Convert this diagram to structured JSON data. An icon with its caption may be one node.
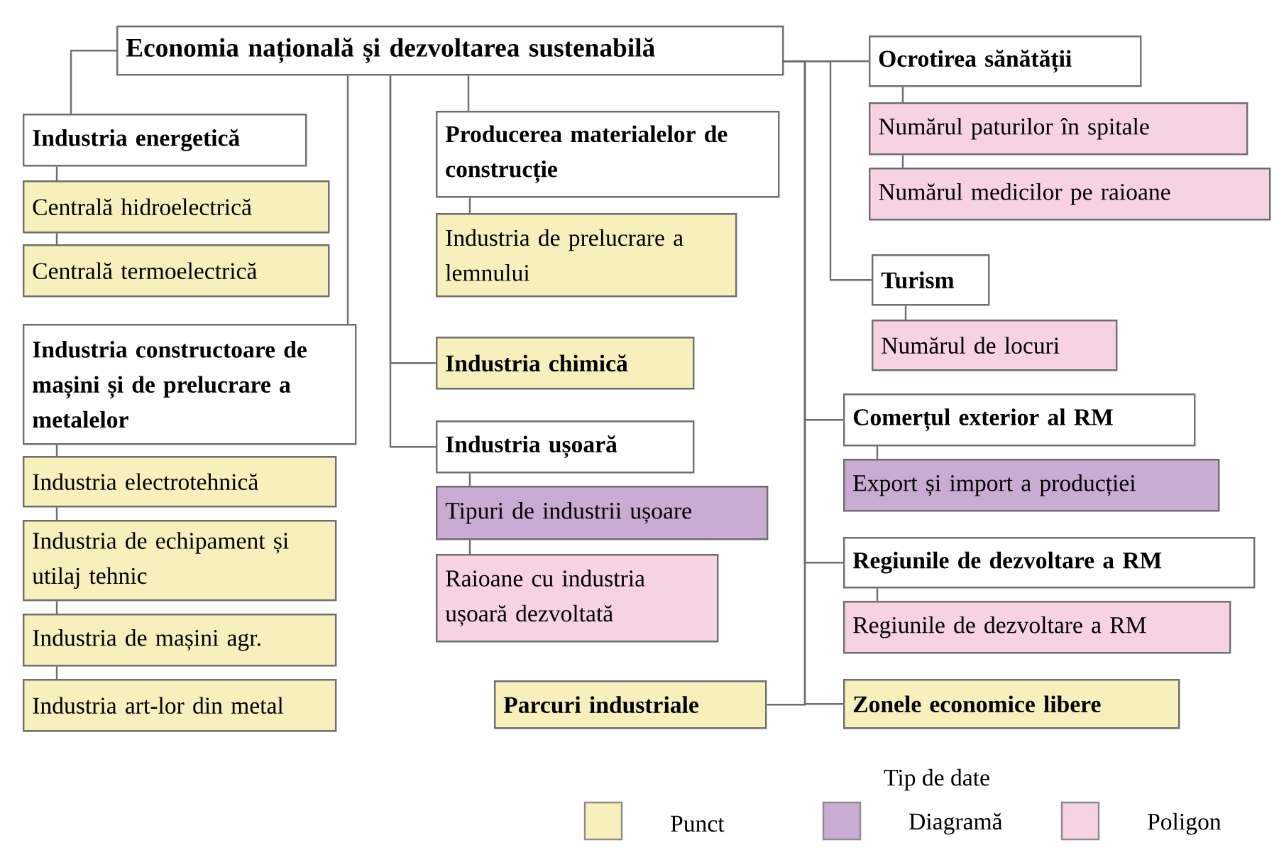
{
  "diagram": {
    "nodes": [
      {
        "text": [
          "Economia națională și dezvoltarea sustenabilă"
        ]
      },
      {
        "text": [
          "Industria energetică"
        ]
      },
      {
        "text": [
          "Centrală hidroelectrică"
        ]
      },
      {
        "text": [
          "Centrală termoelectrică"
        ]
      },
      {
        "text": [
          "Industria constructoare de mașini și de prelucrare a metalelor"
        ]
      },
      {
        "text": [
          "Industria electrotehnică"
        ]
      },
      {
        "text": [
          "Industria de echipament și utilaj tehnic"
        ]
      },
      {
        "text": [
          "Industria de mașini agr."
        ]
      },
      {
        "text": [
          "Industria art-lor din metal"
        ]
      },
      {
        "text": [
          "Producerea materialelor de construcție"
        ]
      },
      {
        "text": [
          "Industria de prelucrare a lemnului"
        ]
      },
      {
        "text": [
          "Industria chimică"
        ]
      },
      {
        "text": [
          "Industria ușoară"
        ]
      },
      {
        "text": [
          "Tipuri de industrii ușoare"
        ]
      },
      {
        "text": [
          "Raioane cu industria ușoară dezvoltată"
        ]
      },
      {
        "text": [
          "Parcuri industriale"
        ]
      },
      {
        "text": [
          "Ocrotirea sănătății"
        ]
      },
      {
        "text": [
          "Numărul paturilor în spitale"
        ]
      },
      {
        "text": [
          "Numărul medicilor pe raioane"
        ]
      },
      {
        "text": [
          "Turism"
        ]
      },
      {
        "text": [
          "Numărul de locuri"
        ]
      },
      {
        "text": [
          "Comerțul exterior al RM"
        ]
      },
      {
        "text": [
          "Export și import a producției"
        ]
      },
      {
        "text": [
          "Regiunile de dezvoltare a RM"
        ]
      },
      {
        "text": [
          "Regiunile de dezvoltare a RM"
        ]
      },
      {
        "text": [
          "Zonele economice libere"
        ]
      }
    ],
    "edges": [
      {
        "from": 0,
        "to": 1,
        "arrow": "none"
      },
      {
        "from": 1,
        "to": 2,
        "arrow": "none"
      },
      {
        "from": 2,
        "to": 3,
        "arrow": "none"
      },
      {
        "from": 0,
        "to": 4,
        "arrow": "none"
      },
      {
        "from": 4,
        "to": 5,
        "arrow": "none"
      },
      {
        "from": 5,
        "to": 6,
        "arrow": "none"
      },
      {
        "from": 6,
        "to": 7,
        "arrow": "none"
      },
      {
        "from": 7,
        "to": 8,
        "arrow": "none"
      },
      {
        "from": 0,
        "to": 9,
        "arrow": "none"
      },
      {
        "from": 9,
        "to": 10,
        "arrow": "none"
      },
      {
        "from": 0,
        "to": 11,
        "arrow": "none"
      },
      {
        "from": 0,
        "to": 12,
        "arrow": "none"
      },
      {
        "from": 12,
        "to": 13,
        "arrow": "none"
      },
      {
        "from": 13,
        "to": 14,
        "arrow": "none"
      },
      {
        "from": 0,
        "to": 15,
        "arrow": "none"
      },
      {
        "from": 0,
        "to": 16,
        "arrow": "none"
      },
      {
        "from": 16,
        "to": 17,
        "arrow": "none"
      },
      {
        "from": 17,
        "to": 18,
        "arrow": "none"
      },
      {
        "from": 0,
        "to": 19,
        "arrow": "none"
      },
      {
        "from": 19,
        "to": 20,
        "arrow": "none"
      },
      {
        "from": 0,
        "to": 21,
        "arrow": "none"
      },
      {
        "from": 21,
        "to": 22,
        "arrow": "none"
      },
      {
        "from": 0,
        "to": 23,
        "arrow": "none"
      },
      {
        "from": 23,
        "to": 24,
        "arrow": "none"
      },
      {
        "from": 0,
        "to": 25,
        "arrow": "none"
      }
    ],
    "labels": [
      "Tip de date"
    ],
    "legend": [
      {
        "text": "Punct",
        "color": "#f8f0bc"
      },
      {
        "text": "Diagramă",
        "color": "#c9abd3"
      },
      {
        "text": "Poligon",
        "color": "#f6d2e2"
      }
    ]
  }
}
